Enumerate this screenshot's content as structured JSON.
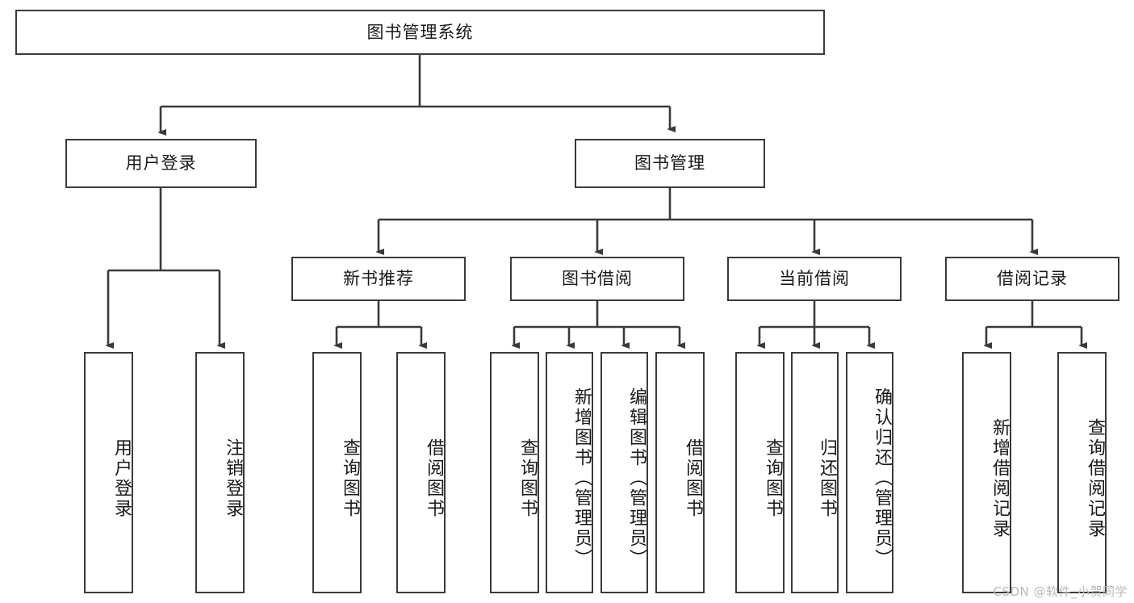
{
  "diagram": {
    "title": "图书管理系统",
    "type": "tree",
    "watermark": "CSDN @软件_小贺同学",
    "colors": {
      "box_border": "#3a3a3a",
      "box_fill": "#ffffff",
      "line": "#3a3a3a",
      "text": "#1a1a1a",
      "watermark": "#b9b9b9"
    },
    "root": {
      "label": "图书管理系统"
    },
    "level2": [
      {
        "label": "用户登录"
      },
      {
        "label": "图书管理"
      }
    ],
    "level3": [
      {
        "label": "新书推荐"
      },
      {
        "label": "图书借阅"
      },
      {
        "label": "当前借阅"
      },
      {
        "label": "借阅记录"
      }
    ],
    "leaves": {
      "user_login": [
        {
          "label": "用户登录"
        },
        {
          "label": "注销登录"
        }
      ],
      "new_book": [
        {
          "label": "查询图书"
        },
        {
          "label": "借阅图书"
        }
      ],
      "book_borrow": [
        {
          "label": "查询图书"
        },
        {
          "label": "新增图书（管理员）"
        },
        {
          "label": "编辑图书（管理员）"
        },
        {
          "label": "借阅图书"
        }
      ],
      "current_borrow": [
        {
          "label": "查询图书"
        },
        {
          "label": "归还图书"
        },
        {
          "label": "确认归还（管理员）"
        }
      ],
      "borrow_record": [
        {
          "label": "新增借阅记录"
        },
        {
          "label": "查询借阅记录"
        }
      ]
    }
  }
}
